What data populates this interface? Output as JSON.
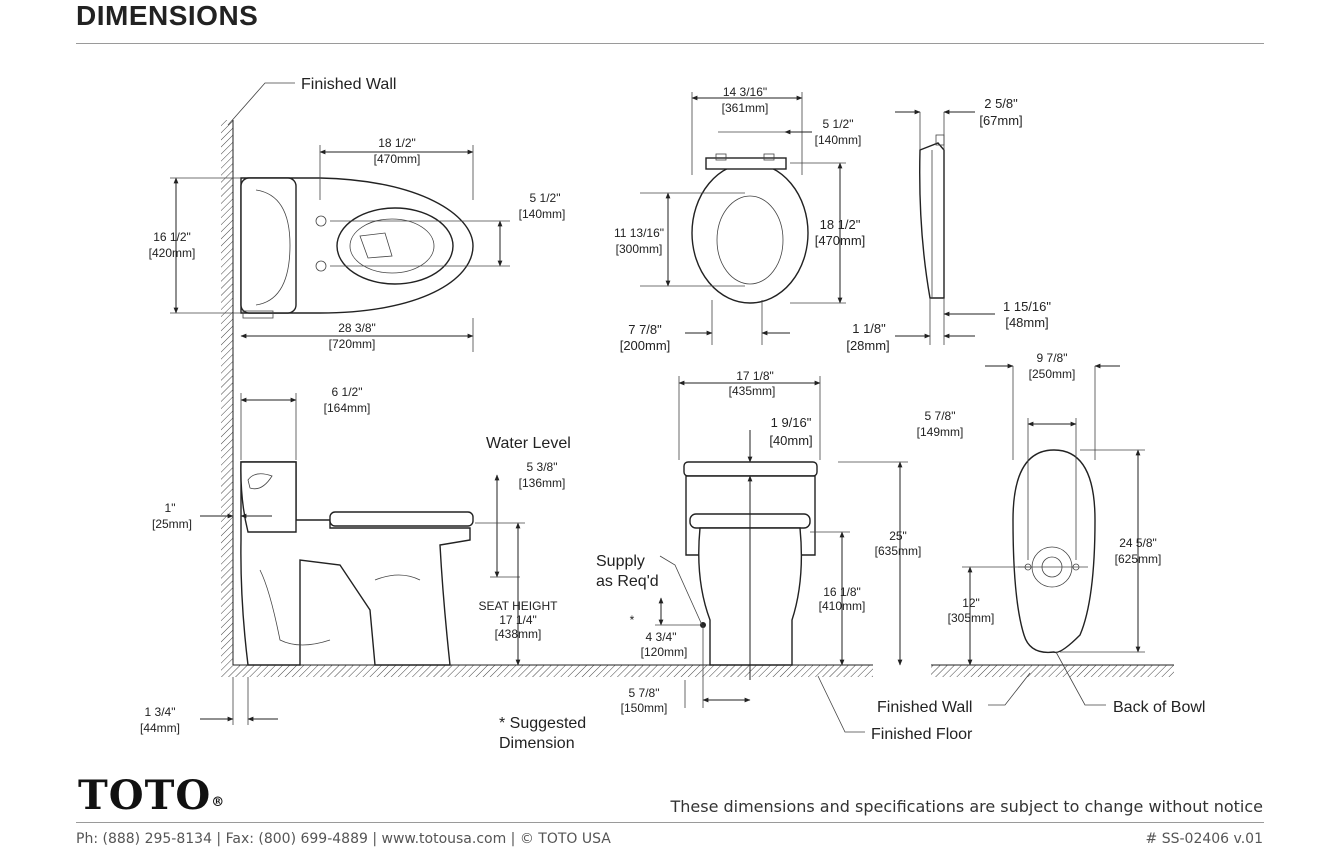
{
  "header": {
    "title": "DIMENSIONS"
  },
  "labels": {
    "finished_wall_top": "Finished Wall",
    "water_level": "Water Level",
    "seat_height_title": "SEAT HEIGHT",
    "supply": [
      "Supply",
      "as Req'd"
    ],
    "suggested": [
      "* Suggested",
      "Dimension"
    ],
    "asterisk": "*",
    "finished_wall_bottom": "Finished Wall",
    "finished_floor": "Finished Floor",
    "back_of_bowl": "Back of Bowl"
  },
  "dims": {
    "top_width": [
      "18 1/2\"",
      "[470mm]"
    ],
    "top_depth": [
      "16 1/2\"",
      "[420mm]"
    ],
    "top_offset": [
      "5 1/2\"",
      "[140mm]"
    ],
    "top_length": [
      "28 3/8\"",
      "[720mm]"
    ],
    "seat_width": [
      "14 3/16\"",
      "[361mm]"
    ],
    "seat_hinge": [
      "5 1/2\"",
      "[140mm]"
    ],
    "seat_opening": [
      "11 13/16\"",
      "[300mm]"
    ],
    "seat_length": [
      "18 1/2\"",
      "[470mm]"
    ],
    "seat_bottom_w": [
      "7 7/8\"",
      "[200mm]"
    ],
    "side_top": [
      "2 5/8\"",
      "[67mm]"
    ],
    "side_bottom": [
      "1 15/16\"",
      "[48mm]"
    ],
    "side_left": [
      "1 1/8\"",
      "[28mm]"
    ],
    "tank_width": [
      "6 1/2\"",
      "[164mm]"
    ],
    "wall_gap": [
      "1\"",
      "[25mm]"
    ],
    "water_level": [
      "5 3/8\"",
      "[136mm]"
    ],
    "seat_height": [
      "17 1/4\"",
      "[438mm]"
    ],
    "base_offset": [
      "1 3/4\"",
      "[44mm]"
    ],
    "front_width": [
      "17 1/8\"",
      "[435mm]"
    ],
    "front_top": [
      "1 9/16\"",
      "[40mm]"
    ],
    "front_height": [
      "25\"",
      "[635mm]"
    ],
    "front_rim": [
      "16 1/8\"",
      "[410mm]"
    ],
    "supply_height": [
      "4 3/4\"",
      "[120mm]"
    ],
    "supply_offset": [
      "5 7/8\"",
      "[150mm]"
    ],
    "base_width": [
      "9 7/8\"",
      "[250mm]"
    ],
    "base_inner": [
      "5 7/8\"",
      "[149mm]"
    ],
    "base_length": [
      "24 5/8\"",
      "[625mm]"
    ],
    "rough_in": [
      "12\"",
      "[305mm]"
    ]
  },
  "footer": {
    "logo": "TOTO",
    "logo_mark": "®",
    "disclaimer": "These dimensions and specifications are subject to change without notice",
    "contact": "Ph: (888) 295-8134 | Fax: (800) 699-4889 | www.totousa.com | © TOTO USA",
    "doc_number": "# SS-02406 v.01"
  }
}
